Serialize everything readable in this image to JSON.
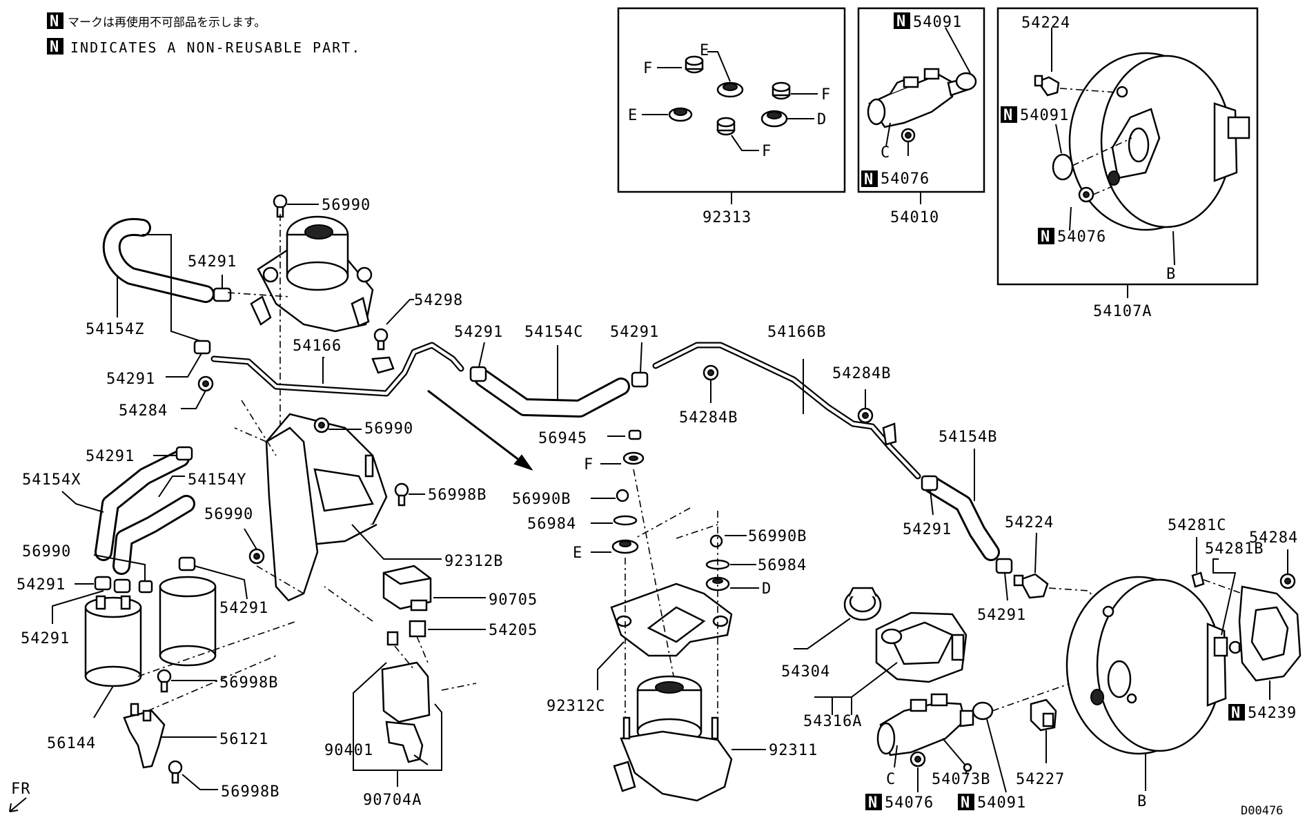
{
  "notes": {
    "badge": "N",
    "japanese": "マークは再使用不可部品を示します。",
    "english": "INDICATES A NON-REUSABLE PART."
  },
  "diagram_code": "D00476",
  "direction_label": "FR",
  "inset_boxes": {
    "mount_kit": {
      "part_no": "92313",
      "letters": {
        "e1": "E",
        "f1": "F",
        "e2": "E",
        "f2": "F",
        "d": "D",
        "f3": "F"
      }
    },
    "master_cylinder": {
      "part_no": "54010",
      "labels": {
        "top": "54091",
        "bottom": "54076",
        "c": "C"
      }
    },
    "booster": {
      "part_no": "54107A",
      "labels": {
        "valve": "54224",
        "seal": "54091",
        "nut": "54076",
        "b": "B"
      }
    }
  },
  "labels": {
    "l56990_top": "56990",
    "l54291_top": "54291",
    "l54298": "54298",
    "l54154Z": "54154Z",
    "l54166": "54166",
    "l54291_a": "54291",
    "l54284": "54284",
    "l54291_b": "54291",
    "l54154C": "54154C",
    "l54291_c": "54291",
    "l54291_d": "54291",
    "l54166B": "54166B",
    "l54284B_1": "54284B",
    "l54284B_2": "54284B",
    "l54154B": "54154B",
    "l54291_e": "54291",
    "l54224": "54224",
    "l54291_f": "54291",
    "l56990_mid": "56990",
    "l54154X": "54154X",
    "l54154Y": "54154Y",
    "l56998B_1": "56998B",
    "l56990_left": "56990",
    "l56990_l2": "56990",
    "l54291_g": "54291",
    "l54291_h": "54291",
    "l54291_i": "54291",
    "l92312B": "92312B",
    "l56945": "56945",
    "lF": "F",
    "l56990B_1": "56990B",
    "l56984_1": "56984",
    "lE": "E",
    "l56990B_2": "56990B",
    "l56984_2": "56984",
    "lD": "D",
    "l90705": "90705",
    "l54205": "54205",
    "l92312C": "92312C",
    "l56998B_2": "56998B",
    "l56121": "56121",
    "l56144": "56144",
    "l56998B_3": "56998B",
    "l90401": "90401",
    "l90704A": "90704A",
    "l92311": "92311",
    "l54304": "54304",
    "l54316A": "54316A",
    "lC": "C",
    "l54073B": "54073B",
    "l54227": "54227",
    "lB": "B",
    "l54076": "54076",
    "l54091": "54091",
    "l54281C": "54281C",
    "l54281B": "54281B",
    "l54284_r": "54284",
    "l54239": "54239"
  }
}
